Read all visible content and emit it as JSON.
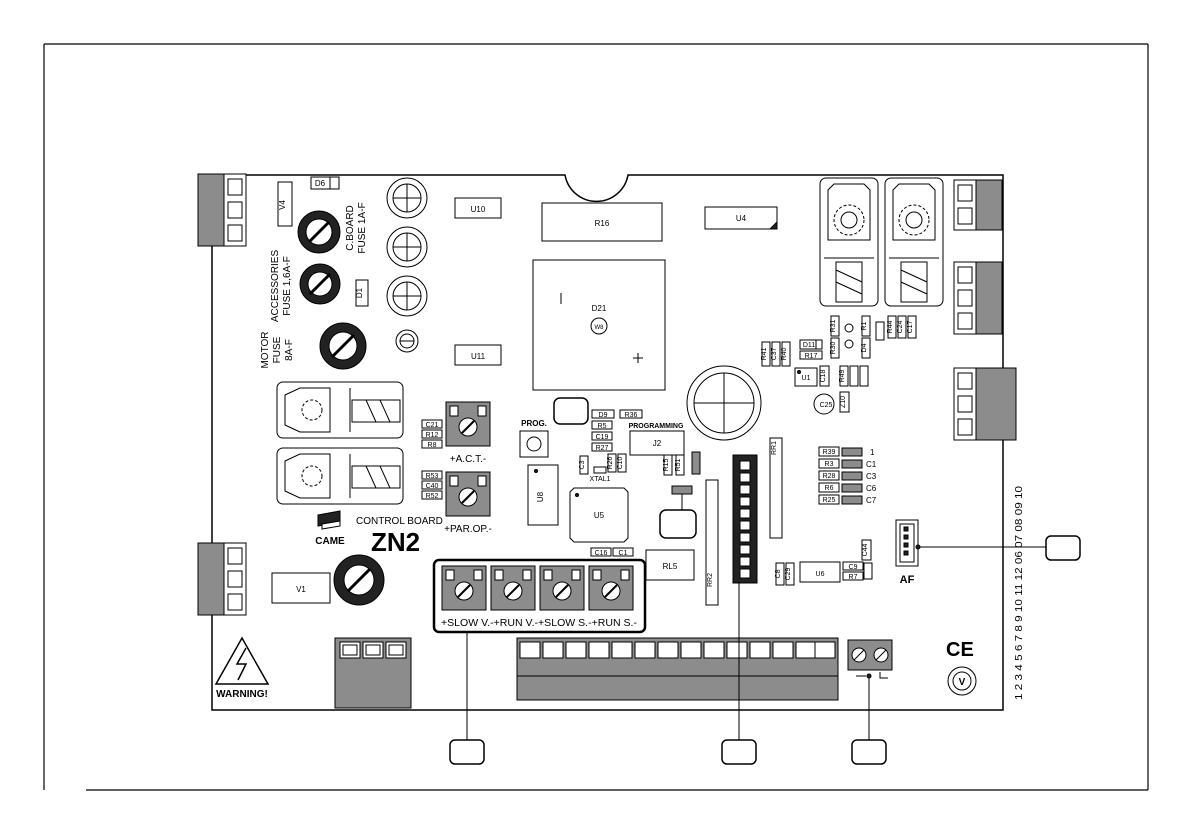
{
  "board": {
    "model": "ZN2",
    "title": "CONTROL BOARD",
    "brand": "CAME",
    "warning": "WARNING!",
    "ce_mark": "CE"
  },
  "fuses": {
    "control_board": [
      "C.BOARD",
      "FUSE 1A-F"
    ],
    "accessories": [
      "ACCESSORIES",
      "FUSE 1,6A-F"
    ],
    "motor": [
      "MOTOR",
      "FUSE",
      "8A-F"
    ]
  },
  "trimmers": {
    "act": "+A.C.T.-",
    "par_op": "+PAR.OP.-",
    "speed_group": "+SLOW V.-+RUN V.-+SLOW S.-+RUN S.-"
  },
  "labels": {
    "prog_button": "PROG.",
    "programming": "PROGRAMMING",
    "af_connector": "AF"
  },
  "components": {
    "V4": "V4",
    "D6": "D6",
    "U10": "U10",
    "R16": "R16",
    "U4": "U4",
    "D1": "D1",
    "D21": "D21",
    "W8": "W8",
    "U11": "U11",
    "R41": "R41",
    "C37": "C37",
    "R40": "R40",
    "D11": "D11",
    "R17": "R17",
    "R30": "R30",
    "R31": "R31",
    "D4": "D4",
    "R1": "R1",
    "R44": "R44",
    "C24": "C24",
    "C17": "C17",
    "U1": "U1",
    "C18": "C18",
    "R49": "R49",
    "C25": "C25",
    "Z10": "Z10",
    "C21": "C21",
    "R12": "R12",
    "R8": "R8",
    "D9": "D9",
    "R36": "R36",
    "R5": "R5",
    "C19": "C19",
    "R27": "R27",
    "C3": "C3",
    "R26": "R26",
    "C10": "C10",
    "XTAL1": "XTAL1",
    "J2": "J2",
    "R15": "R15",
    "R51": "R51",
    "RR1": "RR1",
    "R39": "R39",
    "R3": "R3",
    "R28": "R28",
    "R6": "R6",
    "R25": "R25",
    "R53": "R53",
    "C40": "C40",
    "R52": "R52",
    "U8": "U8",
    "U5": "U5",
    "C16": "C16",
    "C1": "C1",
    "RL5": "RL5",
    "RR2": "RR2",
    "C8": "C8",
    "C29": "C29",
    "U6": "U6",
    "C9": "C9",
    "R7": "R7",
    "C44": "C44",
    "V1": "V1"
  },
  "dip_labels": [
    "1",
    "C1",
    "C3",
    "C6",
    "C7"
  ],
  "side_numbers": "1 2 3 4 5 6 7 8 9 10 11 12   06 07 08 09 10"
}
